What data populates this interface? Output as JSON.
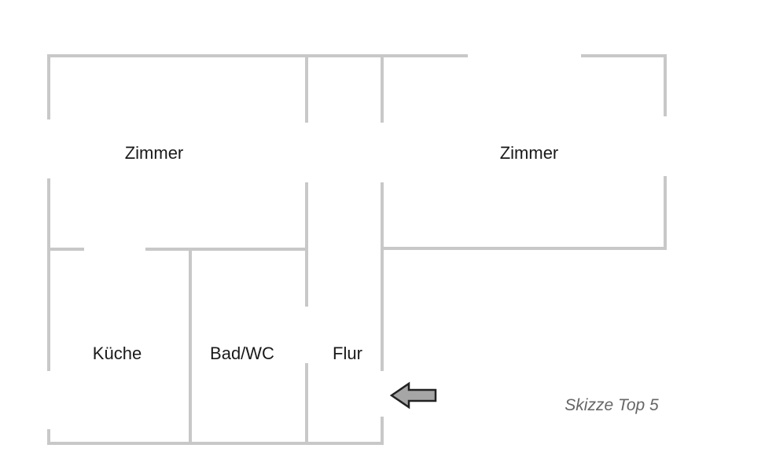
{
  "floor_plan": {
    "rooms": {
      "zimmer_left": "Zimmer",
      "zimmer_right": "Zimmer",
      "kueche": "Küche",
      "bad_wc": "Bad/WC",
      "flur": "Flur"
    },
    "caption": "Skizze Top 5",
    "entrance_icon": "arrow-left-icon",
    "colors": {
      "wall": "#c8c8c8",
      "label": "#1a1a1a",
      "caption": "#666666",
      "arrow_fill": "#a6a6a6",
      "arrow_stroke": "#222222"
    }
  }
}
